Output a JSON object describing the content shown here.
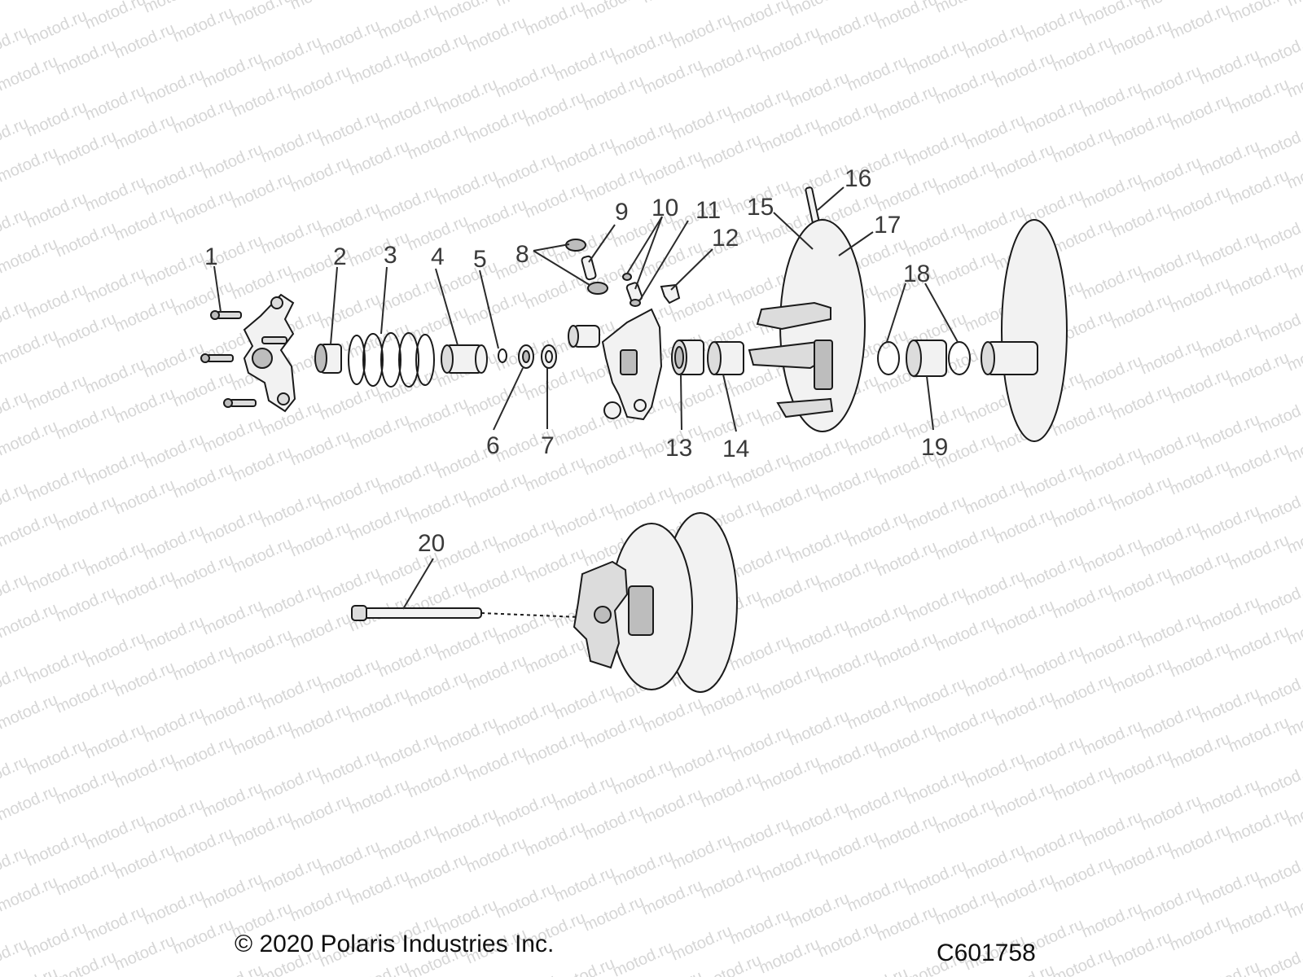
{
  "watermark": "motod.ru",
  "callouts": {
    "c1": "1",
    "c2": "2",
    "c3": "3",
    "c4": "4",
    "c5": "5",
    "c6": "6",
    "c7": "7",
    "c8": "8",
    "c9": "9",
    "c10": "10",
    "c11": "11",
    "c12": "12",
    "c13": "13",
    "c14": "14",
    "c15": "15",
    "c16": "16",
    "c17": "17",
    "c18": "18",
    "c19": "19",
    "c20": "20"
  },
  "footer": {
    "copyright": "© 2020 Polaris Industries Inc.",
    "drawing_code": "C601758"
  }
}
